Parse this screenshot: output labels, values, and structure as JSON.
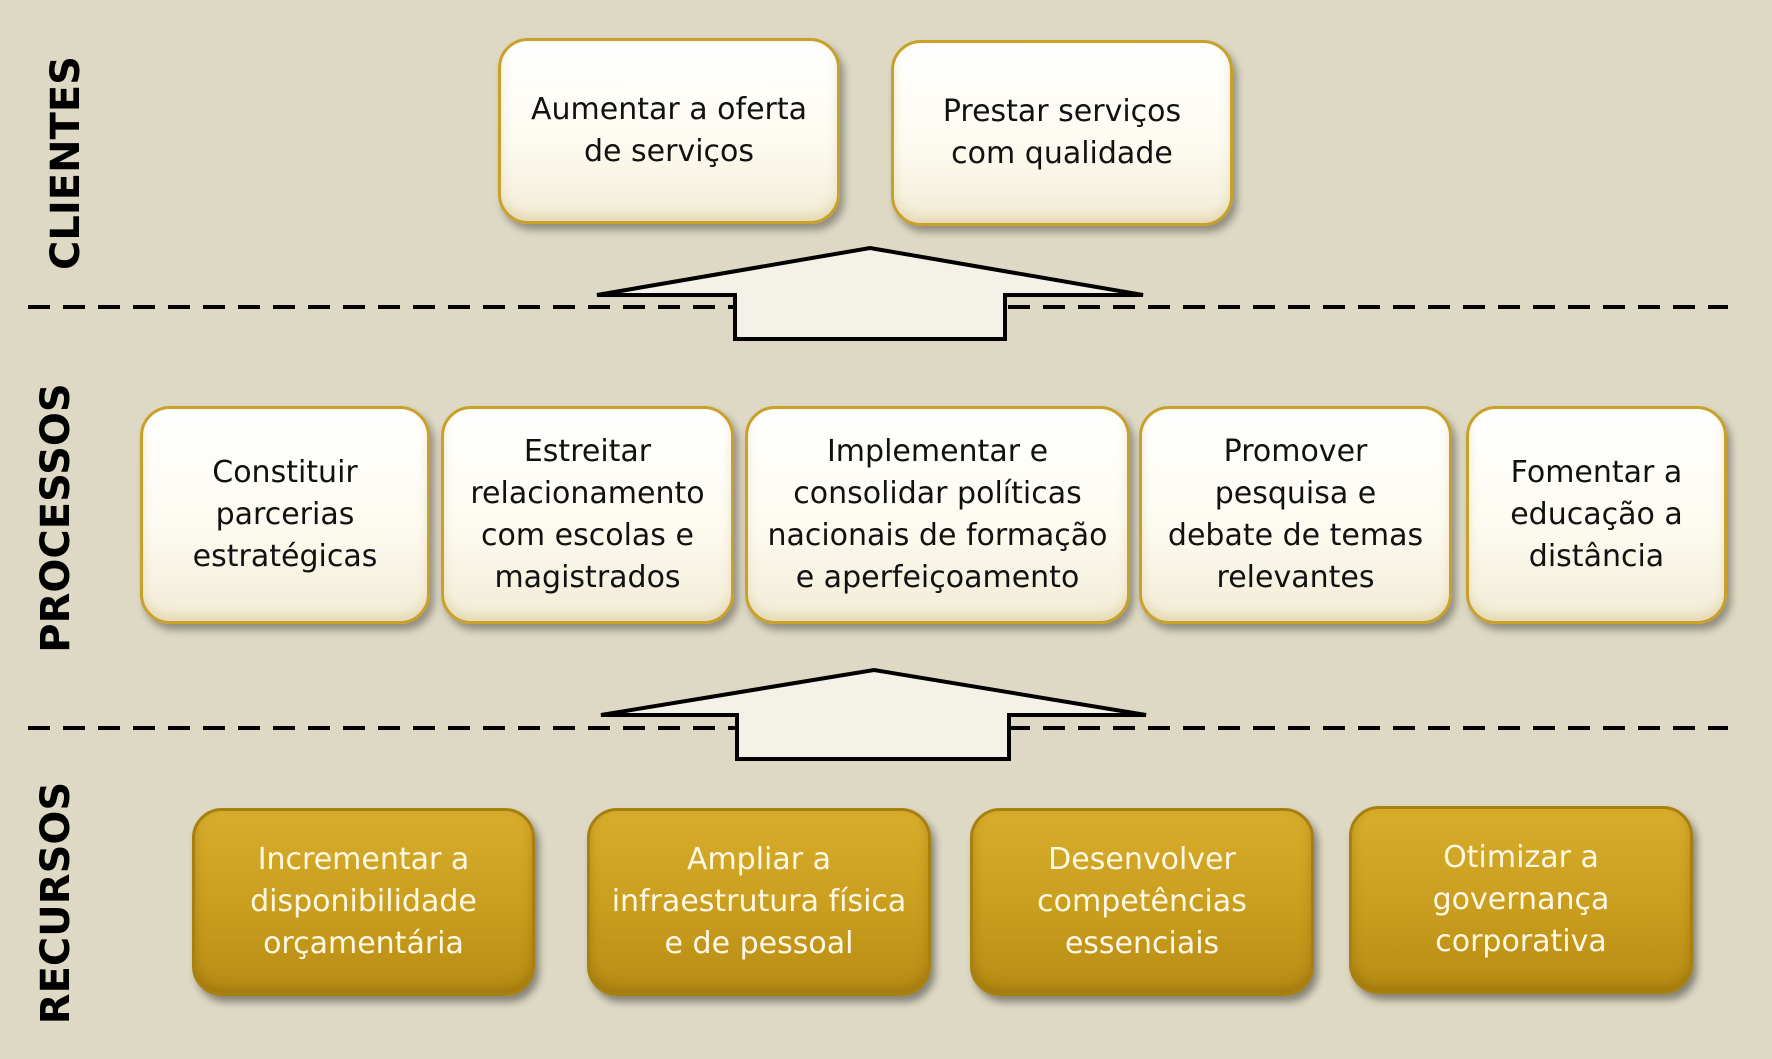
{
  "colors": {
    "background": "#ddd9c4",
    "light_box_border": "#c9a12a",
    "gold_box_fill": "#c99d1d",
    "gold_box_text": "#fff8e6",
    "arrow_fill": "#f3f1e8"
  },
  "lanes": [
    {
      "label": "CLIENTES",
      "style": "light",
      "boxes": [
        {
          "lines": [
            "Aumentar a oferta",
            "de serviços"
          ]
        },
        {
          "lines": [
            "Prestar serviços",
            "com qualidade"
          ]
        }
      ]
    },
    {
      "label": "PROCESSOS",
      "style": "light",
      "boxes": [
        {
          "lines": [
            "Constituir",
            "parcerias",
            "estratégicas"
          ]
        },
        {
          "lines": [
            "Estreitar",
            "relacionamento",
            "com escolas e",
            "magistrados"
          ]
        },
        {
          "lines": [
            "Implementar e",
            "consolidar políticas",
            "nacionais de formação",
            "e aperfeiçoamento"
          ]
        },
        {
          "lines": [
            "Promover",
            "pesquisa e",
            "debate de temas",
            "relevantes"
          ]
        },
        {
          "lines": [
            "Fomentar a",
            "educação a",
            "distância"
          ]
        }
      ]
    },
    {
      "label": "RECURSOS",
      "style": "gold",
      "boxes": [
        {
          "lines": [
            "Incrementar a",
            "disponibilidade",
            "orçamentária"
          ]
        },
        {
          "lines": [
            "Ampliar a",
            "infraestrutura física",
            "e de pessoal"
          ]
        },
        {
          "lines": [
            "Desenvolver",
            "competências",
            "essenciais"
          ]
        },
        {
          "lines": [
            "Otimizar a",
            "governança",
            "corporativa"
          ]
        }
      ]
    }
  ]
}
